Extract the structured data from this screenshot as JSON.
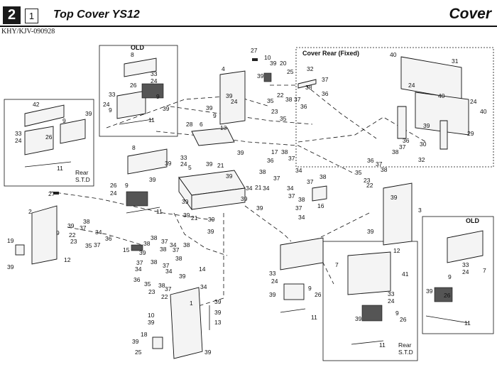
{
  "header": {
    "section_number": "2",
    "page_number": "1",
    "title": "Top Cover YS12",
    "section_name": "Cover",
    "doc_ref": "KHY/KJV-090928"
  },
  "callouts": {
    "old": "OLD",
    "cover_rear_fixed": "Cover Rear (Fixed)",
    "rear_std": "Rear\nS.T.D"
  },
  "part_labels": [
    "1",
    "2",
    "3",
    "4",
    "5",
    "6",
    "7",
    "8",
    "9",
    "10",
    "11",
    "12",
    "13",
    "14",
    "15",
    "16",
    "17",
    "18",
    "19",
    "20",
    "21",
    "22",
    "23",
    "24",
    "25",
    "26",
    "27",
    "28",
    "29",
    "30",
    "31",
    "32",
    "33",
    "34",
    "35",
    "36",
    "37",
    "38",
    "39",
    "40",
    "41",
    "42"
  ]
}
